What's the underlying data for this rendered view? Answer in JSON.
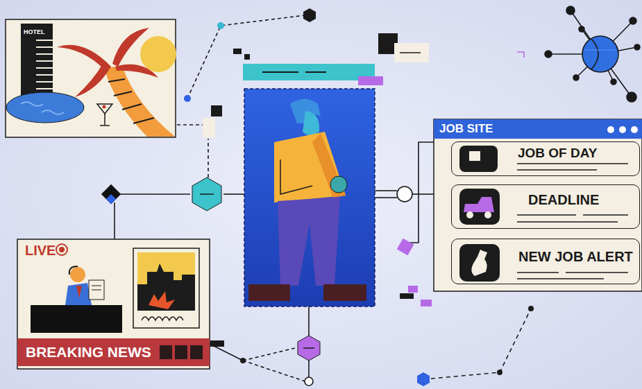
{
  "diagram": {
    "nodes": [
      {
        "text": [
          "HOTEL"
        ]
      },
      {
        "text": [
          "JOB SITE"
        ]
      },
      {
        "text": [
          "JOB OF DAY"
        ],
        "in": 1
      },
      {
        "text": [
          "DEADLINE"
        ],
        "in": 1
      },
      {
        "text": [
          "NEW JOB ALERT"
        ],
        "in": 1
      },
      {
        "text": [
          "LIVE"
        ]
      },
      {
        "text": [
          "BREAKING NEWS"
        ],
        "in": 5
      }
    ]
  }
}
